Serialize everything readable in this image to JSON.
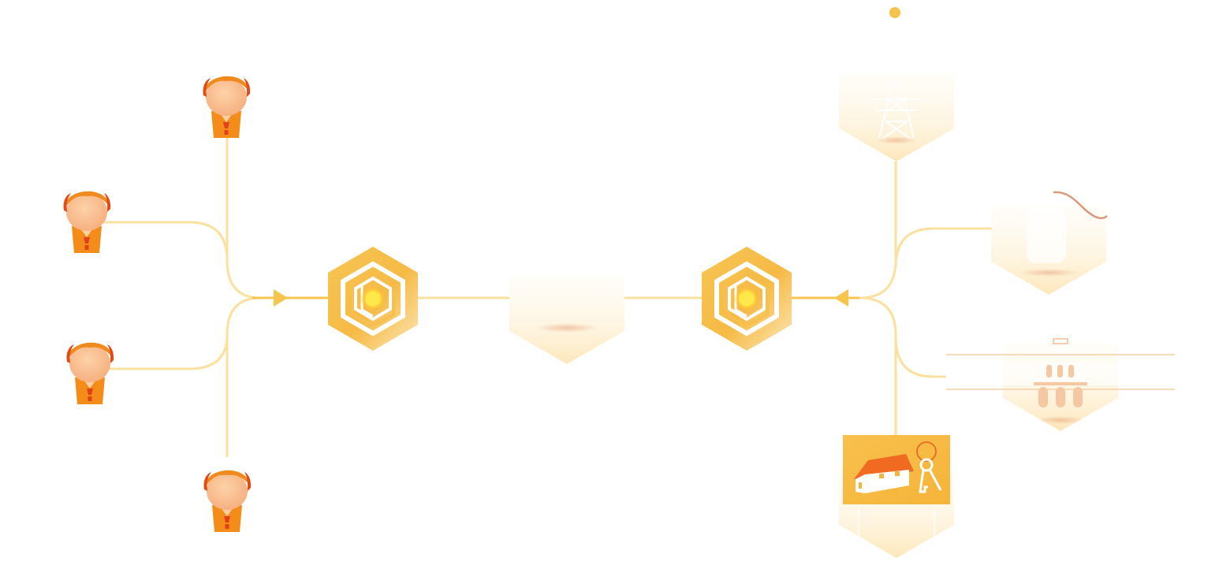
{
  "diagram": {
    "type": "network-flow",
    "left_group": {
      "nodes": [
        "person-icon",
        "person-icon",
        "person-icon",
        "person-icon"
      ]
    },
    "hubs": [
      "chain-hub-icon",
      "chain-hub-icon"
    ],
    "center_node": {
      "icon": "exchange-node-icon",
      "label": ""
    },
    "right_group": {
      "nodes": [
        "power-tower-icon",
        "wave-icon",
        "bank-building-icon",
        "house-keys-icon"
      ]
    },
    "arrows": [
      "right",
      "left"
    ]
  },
  "colors": {
    "accent": "#F5B73B",
    "accent_light": "#FCE3A6",
    "line": "#FAD98C",
    "hair": "#F08A1C",
    "skin": "#F9C08E",
    "tie": "#E0411C",
    "glow": "#FFE94A"
  }
}
